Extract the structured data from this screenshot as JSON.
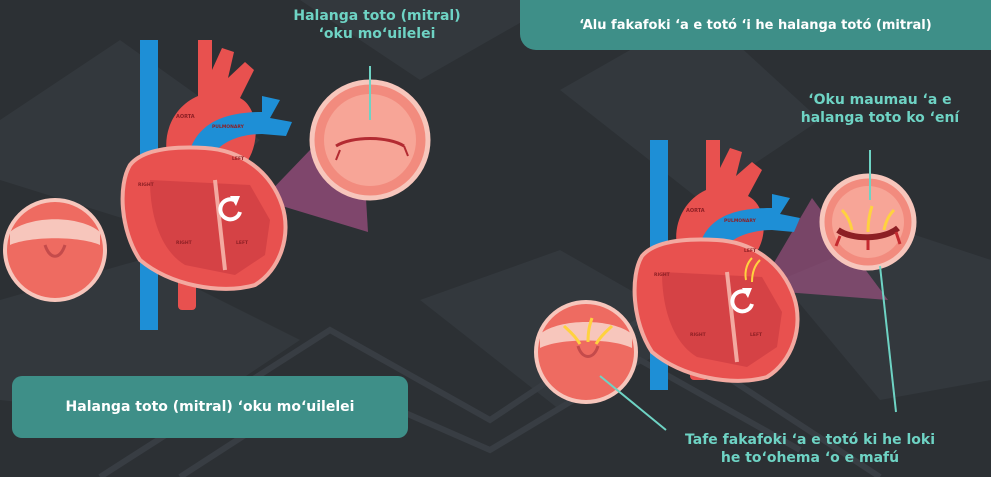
{
  "colors": {
    "background": "#2c3034",
    "accent_teal": "#3e8f88",
    "label_teal": "#6ed3c4",
    "heart_red": "#e8514f",
    "vein_blue": "#1e8fd6",
    "valve_pink": "#f7c6bc"
  },
  "left_panel": {
    "valve_callout": "Halanga toto (mitral)\n‘oku mo‘uilelei",
    "pill": "Halanga toto (mitral) ‘oku mo‘uilelei",
    "heart_labels": {
      "aorta": "AORTA",
      "pulmonary_artery": "PULMONARY\nARTERY",
      "left_atrium": "LEFT\nATRIUM",
      "right_atrium": "RIGHT\nATRIUM",
      "right_ventricle": "RIGHT\nVENTRICLE",
      "left_ventricle": "LEFT\nVENTRICLE"
    }
  },
  "right_panel": {
    "pill": "‘Alu fakafoki ‘a e totó ‘i he halanga totó (mitral)",
    "valve_callout": "‘Oku maumau ‘a e\nhalanga toto ko ‘ení",
    "leak_callout": "Tafe fakafoki ‘a e totó ki he loki\nhe to‘ohema ‘o e mafú",
    "heart_labels": {
      "aorta": "AORTA",
      "pulmonary_artery": "PULMONARY\nARTERY",
      "left_atrium": "LEFT\nATRIUM",
      "right_atrium": "RIGHT\nATRIUM",
      "right_ventricle": "RIGHT\nVENTRICLE",
      "left_ventricle": "LEFT\nVENTRICLE"
    }
  }
}
